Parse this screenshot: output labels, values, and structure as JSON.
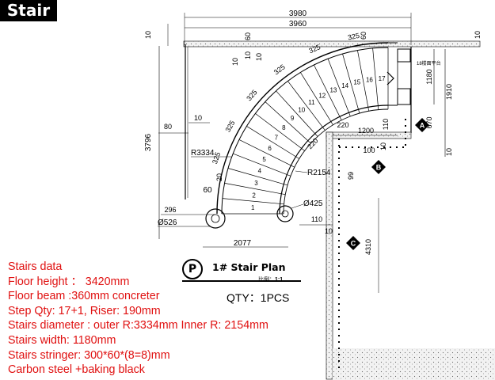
{
  "title": "Stair",
  "dims": {
    "top_outer": "3980",
    "top_inner": "3960",
    "left_overall": "3796",
    "left_top": "10",
    "wall_10_a": "10",
    "wall_10_b": "10",
    "wall_10_c": "10",
    "wall_60_a": "60",
    "wall_80": "80",
    "wall_10_side": "10",
    "top_10_right": "10",
    "top_60_right": "60",
    "right_1180": "1180",
    "right_1910": "1910",
    "right_670": "670",
    "right_10": "10",
    "mid_100": "100",
    "mid_110": "110",
    "mid_1200": "1200",
    "mid_220": "220",
    "mid_10": "10",
    "vert_99": "99",
    "vert_4310": "4310",
    "r_outer": "R3334",
    "r_inner": "R2154",
    "d526": "Ø526",
    "d425": "Ø425",
    "bot_296": "296",
    "bot_2077": "2077",
    "left_60": "60",
    "left_20": "20",
    "low_110": "110",
    "low_10": "10",
    "landing_label": "18楼面平台",
    "arc_labels": [
      "325",
      "325",
      "325",
      "325",
      "325",
      "325",
      "220"
    ]
  },
  "step_numbers": [
    "1",
    "2",
    "3",
    "4",
    "5",
    "6",
    "7",
    "8",
    "9",
    "10",
    "11",
    "12",
    "13",
    "14",
    "15",
    "16",
    "17"
  ],
  "markers": [
    "A",
    "B",
    "C"
  ],
  "plan": {
    "badge": "P",
    "name": "1# Stair Plan",
    "scale_label": "比例：",
    "scale_value": "1:1",
    "qty": "QTY：1PCS"
  },
  "specs": [
    "Stairs data",
    "Floor height ： 3420mm",
    "Floor beam :360mm concreter",
    "Step Qty: 17+1, Riser: 190mm",
    "Stairs diameter : outer R:3334mm Inner R: 2154mm",
    "Stairs width: 1180mm",
    "Stairs stringer: 300*60*(8=8)mm",
    "Carbon steel +baking black"
  ],
  "colors": {
    "spec_text": "#e01010",
    "line": "#000000"
  }
}
